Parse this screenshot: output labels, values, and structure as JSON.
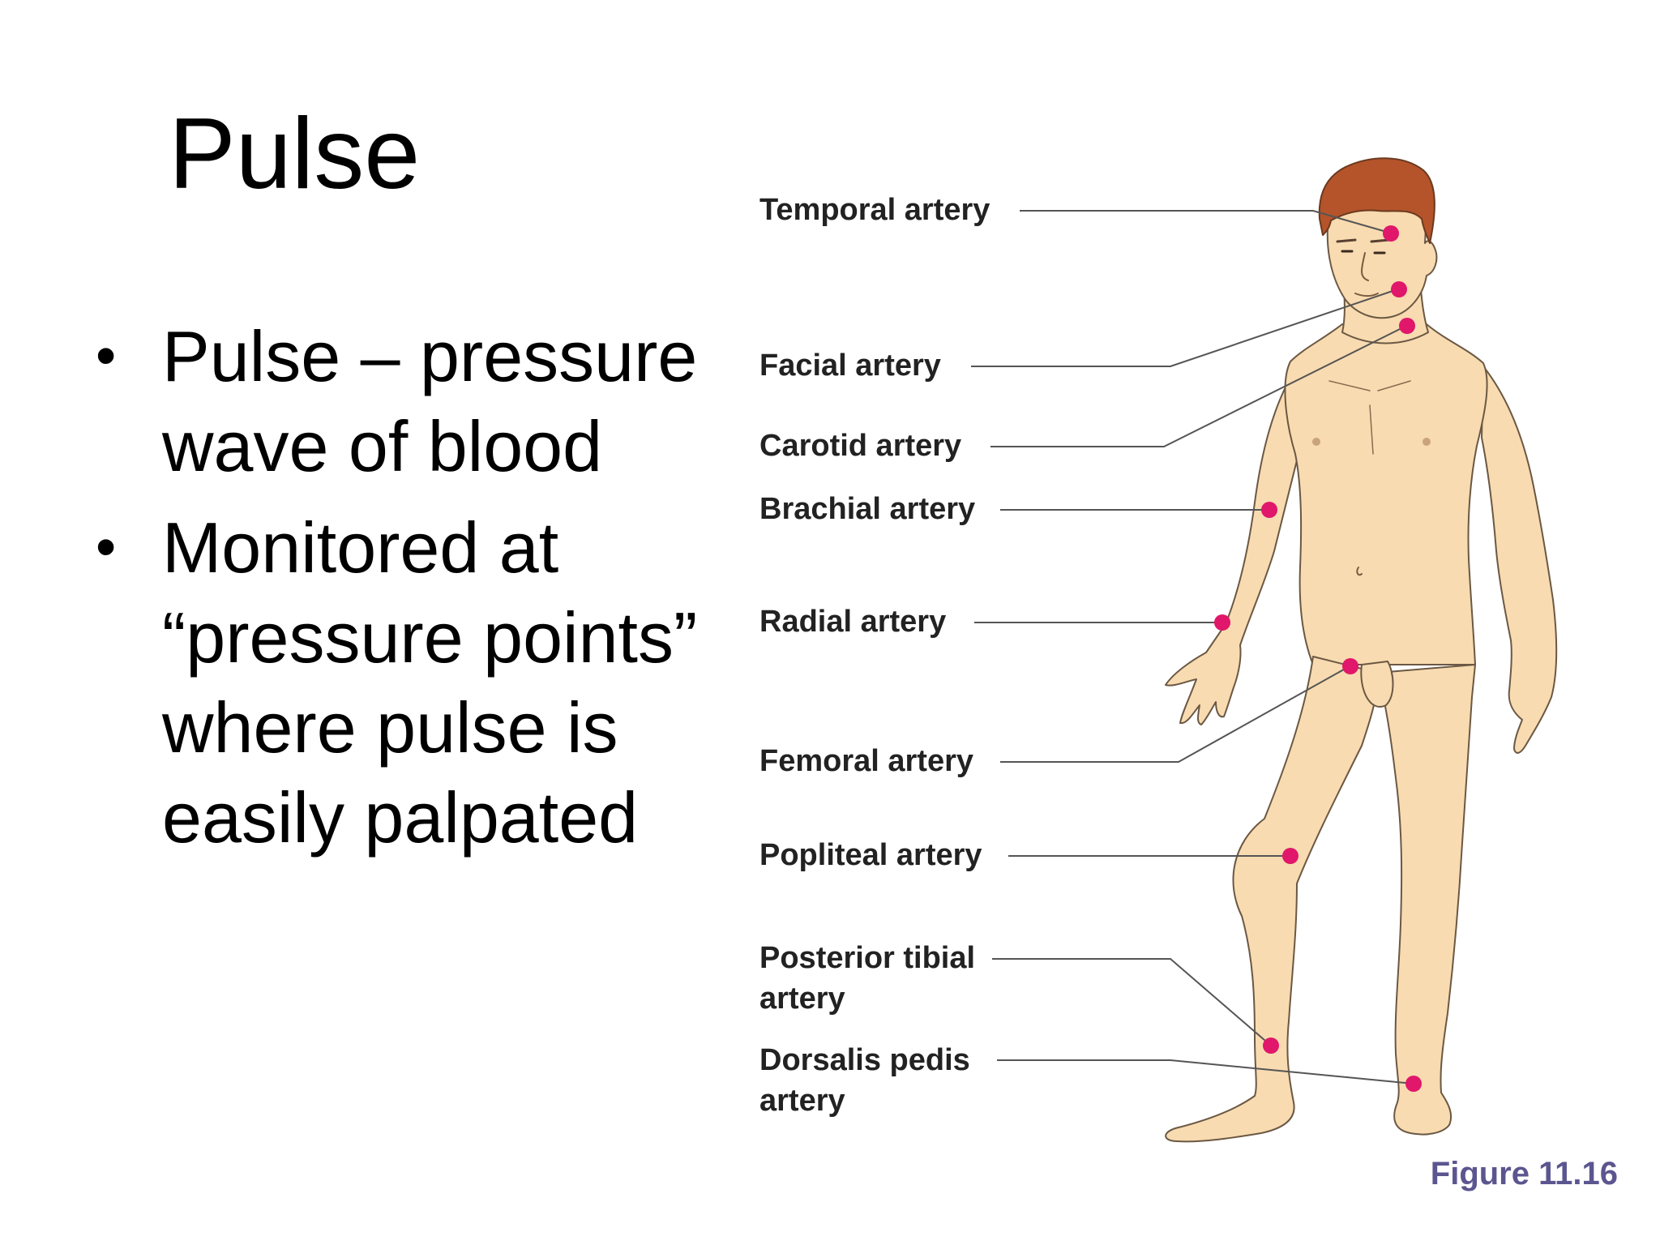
{
  "slide": {
    "title": "Pulse",
    "bullets": [
      {
        "lines": [
          "Pulse – pressure",
          "wave of blood"
        ]
      },
      {
        "lines": [
          "Monitored at",
          "“pressure points”",
          "where pulse is",
          "easily palpated"
        ]
      }
    ],
    "bullet_symbol": "•",
    "figure_caption": "Figure 11.16"
  },
  "diagram": {
    "labels": {
      "temporal": "Temporal artery",
      "facial": "Facial artery",
      "carotid": "Carotid artery",
      "brachial": "Brachial artery",
      "radial": "Radial artery",
      "femoral": "Femoral artery",
      "popliteal": "Popliteal artery",
      "posterior_tibial_1": "Posterior tibial",
      "posterior_tibial_2": "artery",
      "dorsalis_pedis_1": "Dorsalis pedis",
      "dorsalis_pedis_2": "artery"
    },
    "colors": {
      "skin": "#f8dbb0",
      "skin_outline": "#6b5844",
      "hair": "#b5542a",
      "pulse_point": "#e0176a",
      "leader_line": "#555555",
      "caption": "#5b568f"
    }
  }
}
